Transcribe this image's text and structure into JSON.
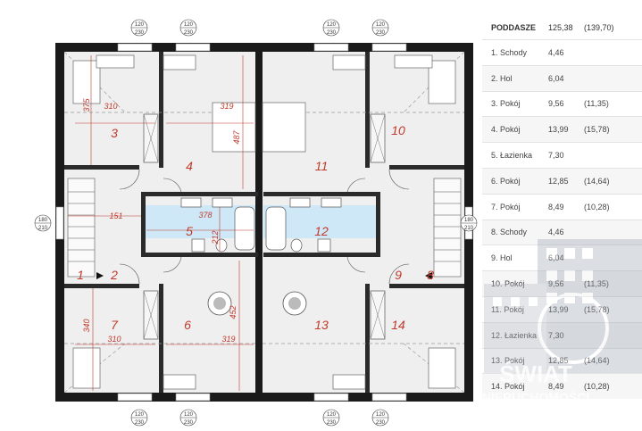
{
  "legend": {
    "title": "PODDASZE",
    "total": "125,38",
    "total_alt": "(139,70)",
    "rows": [
      {
        "name": "1. Schody",
        "area": "4,46",
        "alt": ""
      },
      {
        "name": "2. Hol",
        "area": "6,04",
        "alt": ""
      },
      {
        "name": "3. Pokój",
        "area": "9,56",
        "alt": "(11,35)"
      },
      {
        "name": "4. Pokój",
        "area": "13,99",
        "alt": "(15,78)"
      },
      {
        "name": "5. Łazienka",
        "area": "7,30",
        "alt": ""
      },
      {
        "name": "6. Pokój",
        "area": "12,85",
        "alt": "(14,64)"
      },
      {
        "name": "7. Pokój",
        "area": "8,49",
        "alt": "(10,28)"
      },
      {
        "name": "8. Schody",
        "area": "4,46",
        "alt": ""
      },
      {
        "name": "9. Hol",
        "area": "6,04",
        "alt": ""
      },
      {
        "name": "10. Pokój",
        "area": "9,56",
        "alt": "(11,35)"
      },
      {
        "name": "11. Pokój",
        "area": "13,99",
        "alt": "(15,78)"
      },
      {
        "name": "12. Łazienka",
        "area": "7,30",
        "alt": ""
      },
      {
        "name": "13. Pokój",
        "area": "12,85",
        "alt": "(14,64)"
      },
      {
        "name": "14. Pokój",
        "area": "8,49",
        "alt": "(10,28)"
      }
    ]
  },
  "plan": {
    "room_numbers": [
      "1",
      "2",
      "3",
      "4",
      "5",
      "6",
      "7",
      "8",
      "9",
      "10",
      "11",
      "12",
      "13",
      "14"
    ],
    "dims": {
      "d375": "375",
      "d310a": "310",
      "d319a": "319",
      "d487": "487",
      "d151": "151",
      "d378": "378",
      "d212": "212",
      "d340": "340",
      "d310b": "310",
      "d319b": "319",
      "d452": "452"
    },
    "window_top": "120",
    "window_bottom": "230",
    "side_top": "180",
    "side_bottom": "210"
  },
  "watermark": {
    "line1": "ŚWIAT",
    "line2": "NIERUCHOMOŚCI"
  },
  "colors": {
    "wall": "#1a1a1a",
    "floor": "#efefef",
    "bath": "#cfe8f7",
    "dim": "#c0392b",
    "room_num": "#c0392b"
  }
}
